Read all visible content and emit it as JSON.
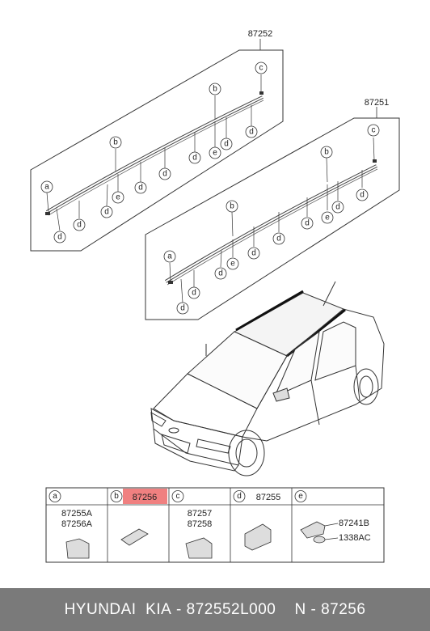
{
  "diagram": {
    "part_labels": {
      "upper_rail": "87252",
      "lower_rail": "87251"
    },
    "callout_letters": [
      "a",
      "b",
      "c",
      "d",
      "e"
    ],
    "legend": {
      "cells": [
        {
          "letter": "a",
          "header": "",
          "parts": [
            "87255A",
            "87256A"
          ]
        },
        {
          "letter": "b",
          "header": "87256",
          "parts": []
        },
        {
          "letter": "c",
          "header": "",
          "parts": [
            "87257",
            "87258"
          ]
        },
        {
          "letter": "d",
          "header": "87255",
          "parts": []
        },
        {
          "letter": "e",
          "header": "",
          "parts": [
            "87241B",
            "1338AC"
          ]
        }
      ]
    },
    "highlight_color": "#f08080"
  },
  "footer": {
    "brand": "HYUNDAI  KIA",
    "separator": " - ",
    "part_number": "872552L000",
    "gap": "    ",
    "ref": "N - 87256"
  }
}
